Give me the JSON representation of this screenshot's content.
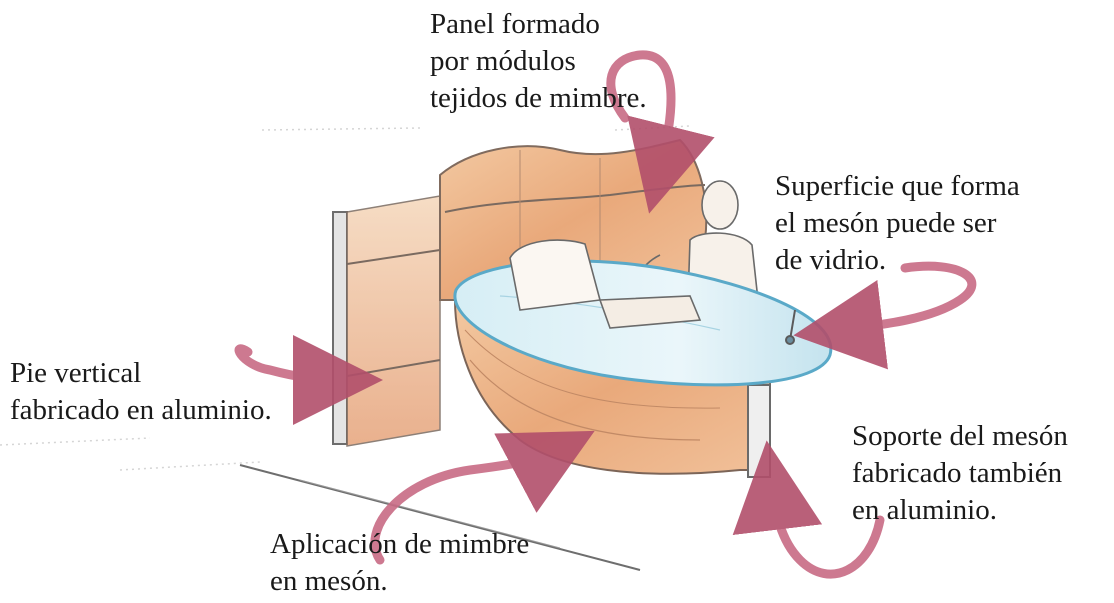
{
  "labels": {
    "panel": [
      "Panel formado",
      "por módulos",
      "tejidos de mimbre."
    ],
    "superficie": [
      "Superficie que forma",
      "el mesón puede ser",
      "de vidrio."
    ],
    "pie": [
      "Pie vertical",
      "fabricado en aluminio."
    ],
    "soporte": [
      "Soporte del mesón",
      "fabricado también",
      "en aluminio."
    ],
    "aplicacion": [
      "Aplicación de mimbre",
      "en mesón."
    ]
  },
  "colors": {
    "arrow": "#c0607a",
    "arrow_dark": "#9a3f58",
    "wicker": "#e8a878",
    "glass": "#bfe3ee",
    "pencil": "#5a5a5a"
  }
}
